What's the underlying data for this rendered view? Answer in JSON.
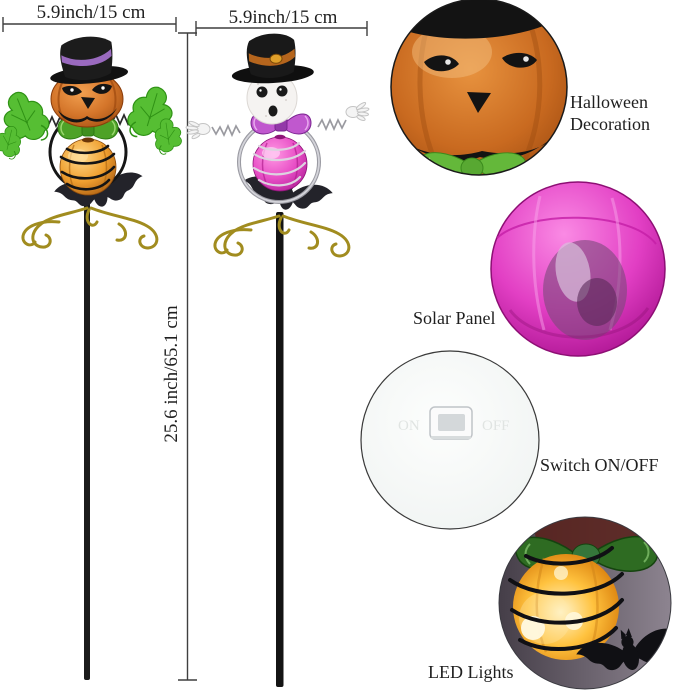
{
  "dimensions": {
    "stake_left_width": "5.9inch/15 cm",
    "stake_right_width": "5.9inch/15 cm",
    "stake_height": "25.6 inch/65.1 cm"
  },
  "callouts": {
    "halloween": "Halloween Decoration",
    "solar": "Solar Panel",
    "switch": "Switch ON/OFF",
    "led": "LED Lights"
  },
  "switch_engraving": {
    "on": "ON",
    "off": "OFF"
  },
  "colors": {
    "pumpkin_orange": "#c9661f",
    "ball_orange": "#f0a030",
    "leaf_green": "#56be33",
    "bow_green": "#4ea227",
    "solar_pink": "#e23fc4",
    "bow_purple": "#c058ce",
    "scroll_gold": "#a18c1f",
    "stake_black": "#1b1b1b",
    "led_glow": "#ffc23e",
    "dimension_line": "#3f3f3f",
    "background": "#ffffff"
  }
}
